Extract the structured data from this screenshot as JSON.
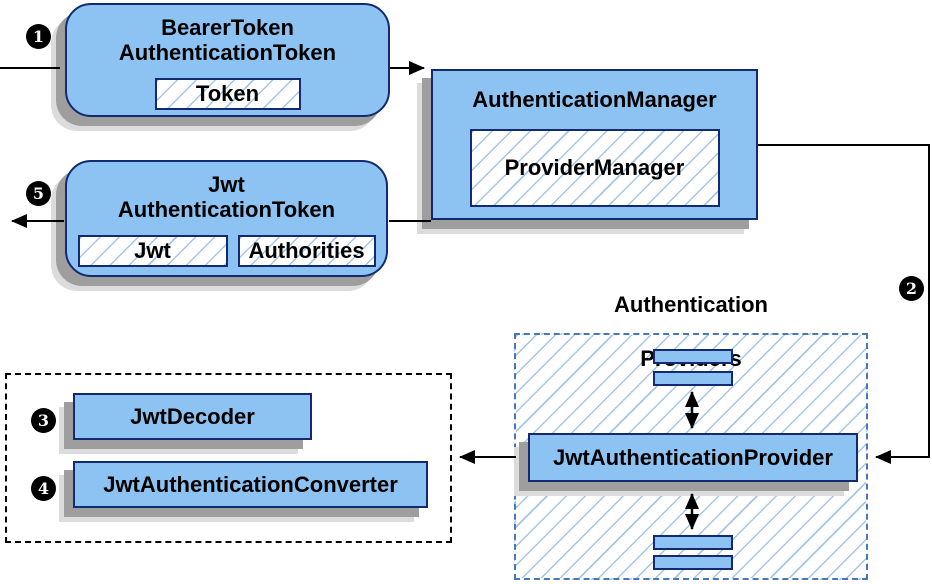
{
  "steps": {
    "s1": "1",
    "s2": "2",
    "s3": "3",
    "s4": "4",
    "s5": "5"
  },
  "nodes": {
    "bearer": {
      "title_line1": "BearerToken",
      "title_line2": "AuthenticationToken",
      "chip": "Token"
    },
    "manager": {
      "title": "AuthenticationManager",
      "chip": "ProviderManager"
    },
    "jwt_token": {
      "title_line1": "Jwt",
      "title_line2": "AuthenticationToken",
      "chip_jwt": "Jwt",
      "chip_authorities": "Authorities"
    },
    "providers_group": {
      "label_line1": "Authentication",
      "label_line2": "Providers",
      "provider": "JwtAuthenticationProvider"
    },
    "decoder_group": {
      "decoder": "JwtDecoder",
      "converter": "JwtAuthenticationConverter"
    }
  },
  "colors": {
    "box_fill": "#8CC3F2",
    "box_border": "#132A70",
    "hatch": "#A3C6EA",
    "providers_dash": "#4877B8",
    "shadow_dark": "#9E9E9E",
    "shadow_light": "#DCDCDC",
    "connector": "#000000",
    "text": "#000000"
  }
}
